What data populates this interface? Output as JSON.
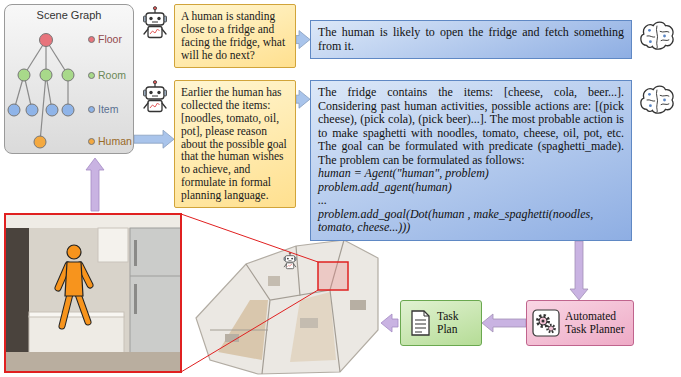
{
  "diagram": {
    "nodes": [
      {
        "text": [
          "Scene Graph"
        ]
      },
      {
        "text": [
          "A human is standing close to a fridge and facing the fridge, what will he do next?"
        ]
      },
      {
        "text": [
          "The human is likely to open the fridge and fetch something from it."
        ]
      },
      {
        "text": [
          "Earlier the human has collected the items: [noodles, tomato, oil, pot], please reason about the possible goal that the human wishes to achieve, and formulate in formal planning language."
        ]
      },
      {
        "text": [
          "The fridge contains the items: [cheese, cola, beer...]. Considering past human activities, possible actions are: [(pick cheese), (pick cola), (pick beer)...]. The most probable action is to make spaghetti with noodles, tomato, cheese, oil, pot, etc. The goal can be formulated with predicate (spaghetti_made). The problem can be formulated as follows:",
          "human = Agent(\"human\", problem)",
          "problem.add_agent(human)",
          "...",
          "problem.add_goal(Dot(human , make_spaghetti(noodles, tomato, cheese...)))"
        ]
      },
      {
        "text": [
          "Automated Task Planner"
        ]
      },
      {
        "text": [
          "Task Plan"
        ]
      }
    ],
    "edges": [
      {
        "from": 0,
        "to": 3,
        "arrow": "to"
      },
      {
        "from": 1,
        "to": 2,
        "arrow": "to"
      },
      {
        "from": 3,
        "to": 4,
        "arrow": "to"
      },
      {
        "from": 4,
        "to": 5,
        "arrow": "to"
      },
      {
        "from": 5,
        "to": 6,
        "arrow": "to"
      }
    ],
    "legend": [
      {
        "text": "Floor",
        "color": "#e8747c"
      },
      {
        "text": "Room",
        "color": "#a8d98a"
      },
      {
        "text": "Item",
        "color": "#8fb4e8"
      },
      {
        "text": "Human",
        "color": "#f4a940"
      }
    ]
  }
}
